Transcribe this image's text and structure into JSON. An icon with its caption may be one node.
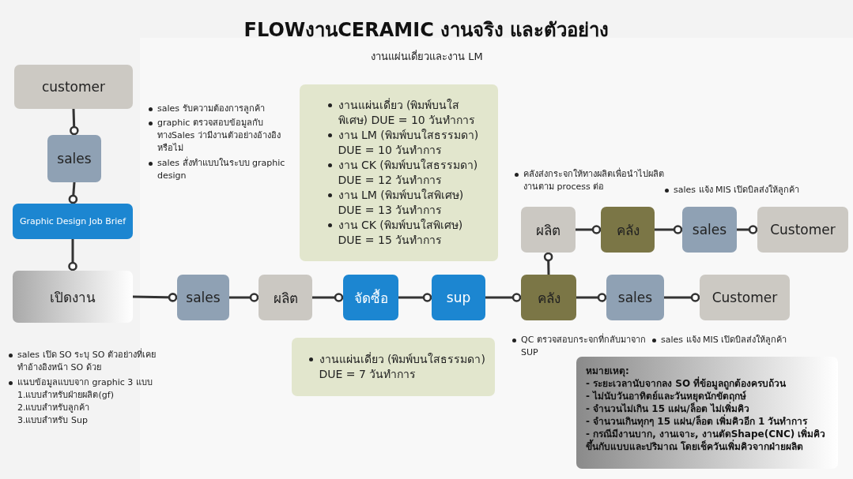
{
  "diagram": {
    "title": "FLOWงานCERAMIC งานจริง และตัวอย่าง",
    "nodes": [
      {
        "text": [
          "customer"
        ]
      },
      {
        "text": [
          "sales"
        ]
      },
      {
        "text": [
          "Graphic Design Job Brief"
        ]
      },
      {
        "text": [
          "งานแผ่นเดี่ยว (พิมพ์บนใสพิเศษ) DUE = 10 วันทำการ",
          "งาน LM (พิมพ์บนใสธรรมดา) DUE = 10 วันทำการ",
          "งาน CK (พิมพ์บนใสธรรมดา) DUE = 12 วันทำการ",
          "งาน LM (พิมพ์บนใสพิเศษ) DUE = 13 วันทำการ",
          "งาน CK (พิมพ์บนใสพิเศษ) DUE = 15 วันทำการ"
        ]
      },
      {
        "text": [
          "ผลิต"
        ]
      },
      {
        "text": [
          "คลัง"
        ]
      },
      {
        "text": [
          "sales"
        ]
      },
      {
        "text": [
          "Customer"
        ]
      },
      {
        "text": [
          "เปิดงาน"
        ]
      },
      {
        "text": [
          "sales"
        ]
      },
      {
        "text": [
          "ผลิต"
        ]
      },
      {
        "text": [
          "จัดซื้อ"
        ]
      },
      {
        "text": [
          "sup"
        ]
      },
      {
        "text": [
          "คลัง"
        ]
      },
      {
        "text": [
          "sales"
        ]
      },
      {
        "text": [
          "Customer"
        ]
      },
      {
        "text": [
          "งานแผ่นเดี่ยว (พิมพ์บนใสธรรมดา) DUE  = 7 วันทำการ"
        ]
      },
      {
        "text": [
          "หมายเหตุ:",
          "- ระยะเวลานับจากลง SO ที่ข้อมูลถูกต้องครบถ้วน",
          "- ไม่นับวันอาทิตย์และวันหยุดนักขัตฤกษ์",
          "- จำนวนไม่เกิน 15 แผ่น/ล็อต ไม่เพิ่มคิว",
          "- จำนวนเกินทุกๆ 15 แผ่น/ล็อต เพิ่มคิวอีก 1 วันทำการ",
          "- กรณีมีงานบาก, งานเจาะ, งานตัดShape(CNC) เพิ่มคิวขึ้นกับแบบและปริมาณ โดยเช็ควันเพิ่มคิวจากฝ่ายผลิต"
        ]
      }
    ],
    "edges": [
      {
        "from": 0,
        "to": 1,
        "arrow": "other"
      },
      {
        "from": 1,
        "to": 2,
        "arrow": "other"
      },
      {
        "from": 2,
        "to": 8,
        "arrow": "other"
      },
      {
        "from": 8,
        "to": 9,
        "arrow": "other"
      },
      {
        "from": 9,
        "to": 10,
        "arrow": "other"
      },
      {
        "from": 10,
        "to": 11,
        "arrow": "other"
      },
      {
        "from": 11,
        "to": 12,
        "arrow": "other"
      },
      {
        "from": 12,
        "to": 13,
        "arrow": "other"
      },
      {
        "from": 13,
        "to": 14,
        "arrow": "other"
      },
      {
        "from": 14,
        "to": 15,
        "arrow": "other"
      },
      {
        "from": 13,
        "to": 4,
        "arrow": "other"
      },
      {
        "from": 4,
        "to": 5,
        "arrow": "other"
      },
      {
        "from": 5,
        "to": 6,
        "arrow": "other"
      },
      {
        "from": 6,
        "to": 7,
        "arrow": "other"
      }
    ],
    "labels": [
      "งานแผ่นเดี่ยวและงาน LM",
      "sales รับความต้องการลูกค้า",
      "graphic ตรวจสอบข้อมูลกับทางSales ว่ามีงานตัวอย่างอ้างอิงหรือไม่",
      "sales สั่งทำแบบในระบบ graphic design",
      "คลังส่งกระจกให้ทางผลิตเพื่อนำไปผลิตงานตาม process ต่อ",
      "sales แจ้ง MIS เปิดบิลส่งให้ลูกค้า",
      "QC ตรวจสอบกระจกที่กลับมาจาก SUP",
      "sales แจ้ง MIS เปิดบิลส่งให้ลูกค้า",
      "sales เปิด SO ระบุ SO ตัวอย่างที่เคยทำอ้างอิงหน้า SO ด้วย",
      "แนบข้อมูลแบบจาก graphic 3 แบบ",
      "1.แบบสำหรับฝ่ายผลิต(gf)",
      "2.แบบสำหรับลูกค้า",
      "3.แบบสำหรับ Sup"
    ]
  }
}
